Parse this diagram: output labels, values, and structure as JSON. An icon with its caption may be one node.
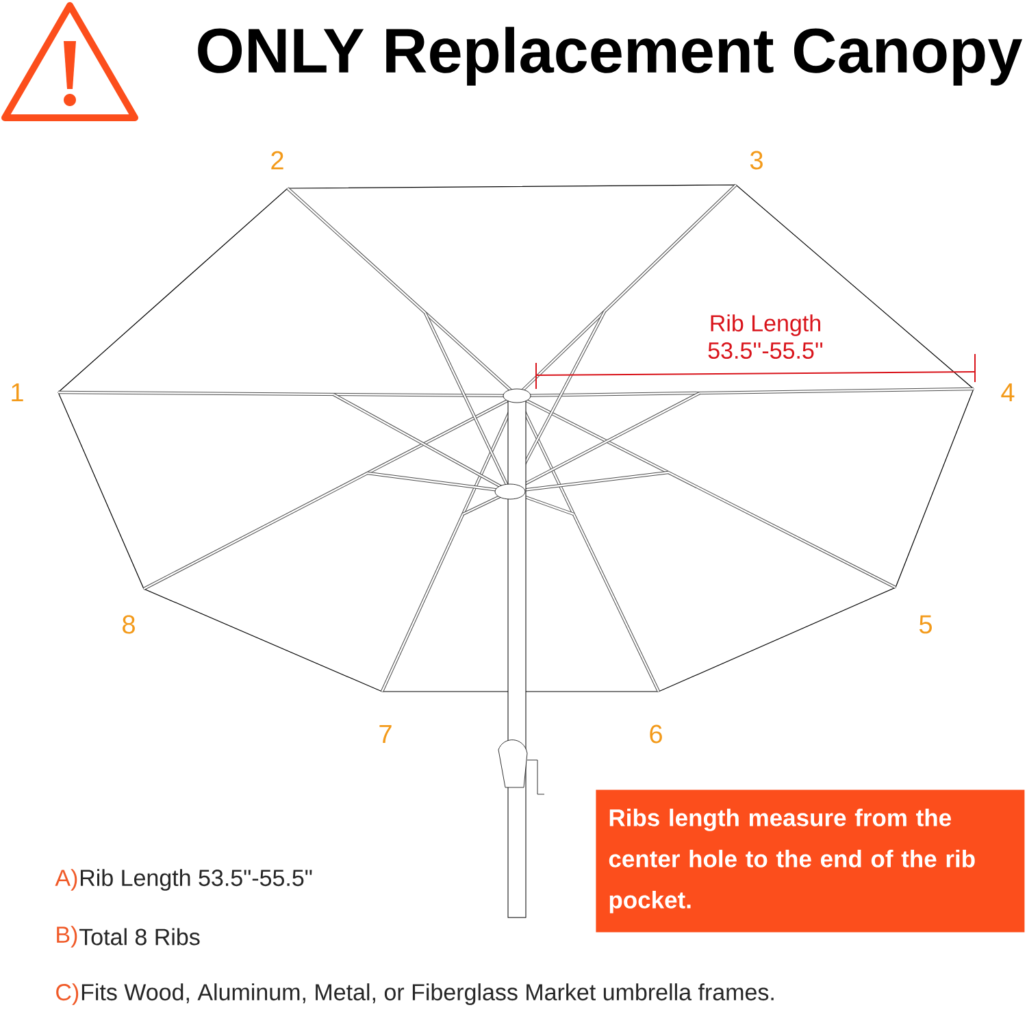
{
  "diagram": {
    "title": "ONLY Replacement Canopy",
    "nodes": [
      {
        "text": [
          "Ribs length measure from the center hole to the end of the rib pocket."
        ]
      }
    ],
    "labels": [
      "2",
      "3",
      "Rib Length",
      "53.5''-55.5''",
      "1",
      "4",
      "8",
      "5",
      "7",
      "6",
      "A)",
      "Rib Length 53.5\"-55.5\"",
      "B)",
      "Total 8 Ribs",
      "C)",
      "Fits Wood, Aluminum, Metal, or Fiberglass Market umbrella frames."
    ]
  }
}
